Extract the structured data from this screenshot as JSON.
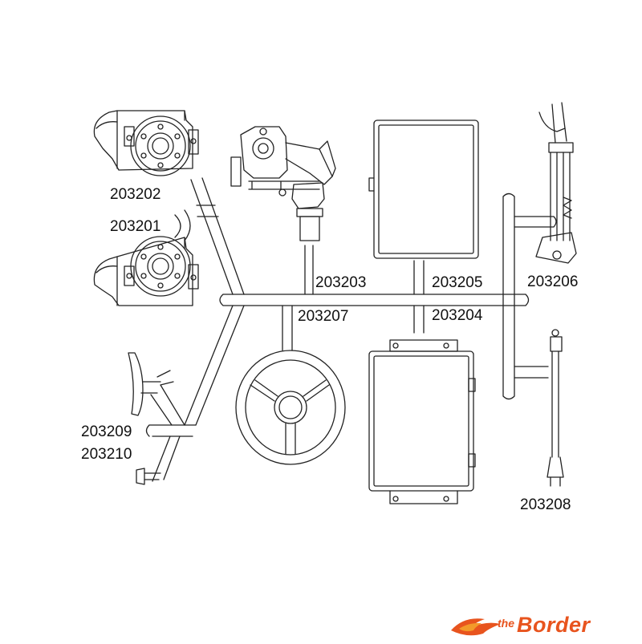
{
  "part_labels": {
    "p203202": "203202",
    "p203201": "203201",
    "p203203": "203203",
    "p203205": "203205",
    "p203206": "203206",
    "p203207": "203207",
    "p203204": "203204",
    "p203209": "203209",
    "p203210": "203210",
    "p203208": "203208"
  },
  "logo": {
    "prefix": "the",
    "name": "Border"
  },
  "colors": {
    "line": "#222222",
    "logo_accent": "#e8541e",
    "logo_flame": "#f39a2a"
  }
}
